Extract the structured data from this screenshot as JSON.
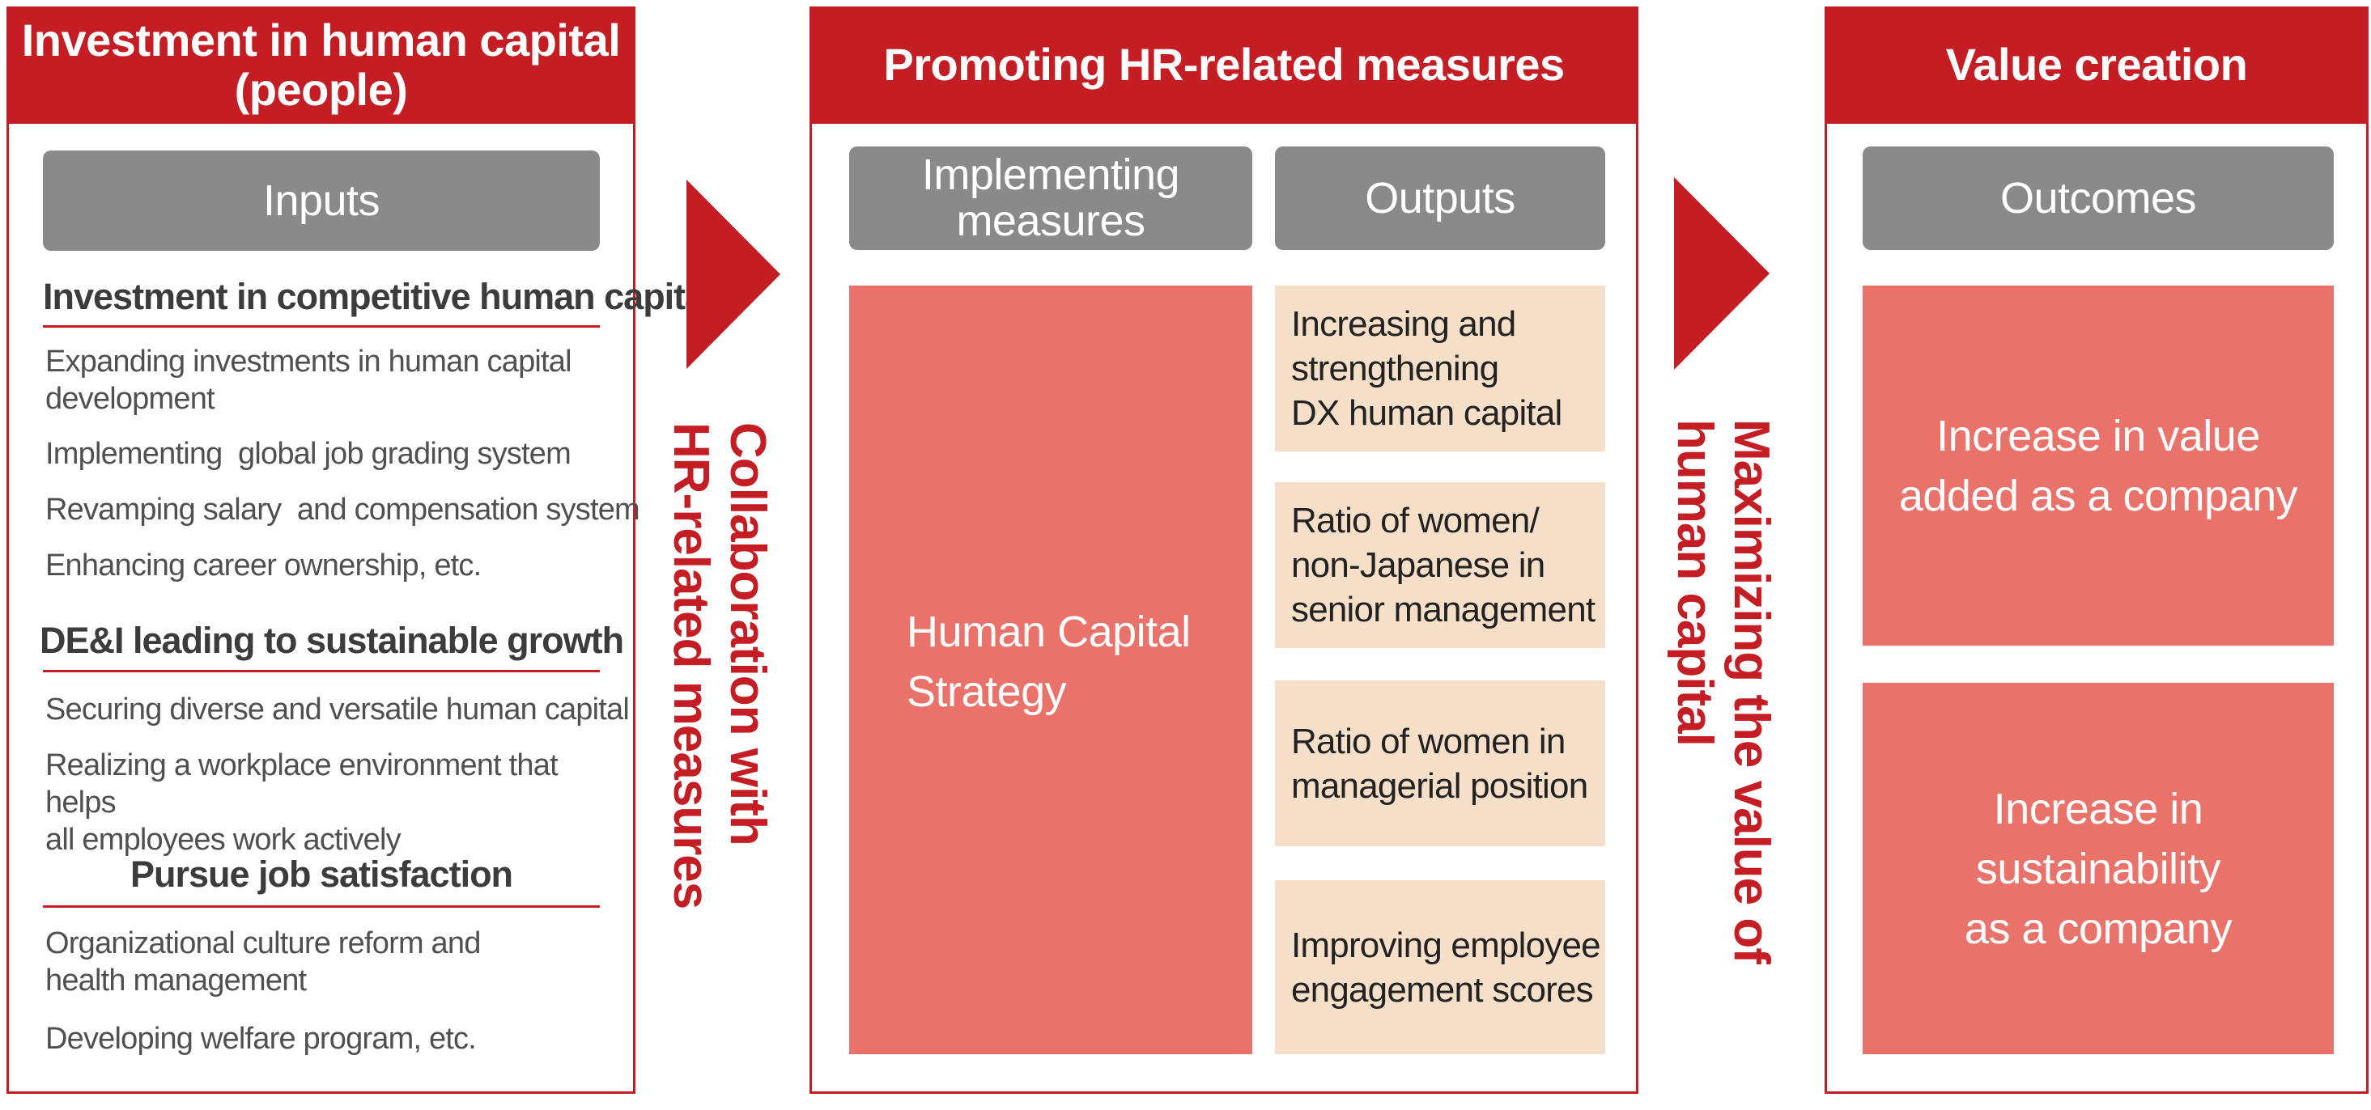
{
  "left_panel": {
    "header": "Investment in human capital\n(people)",
    "inputs_label": "Inputs",
    "sections": [
      {
        "title": "Investment in competitive human capital",
        "items": [
          "Expanding investments in human capital\ndevelopment",
          "Implementing  global job grading system",
          "Revamping salary  and compensation system",
          "Enhancing career ownership, etc."
        ]
      },
      {
        "title": "DE&I leading to sustainable growth",
        "items": [
          "Securing diverse and versatile human capital",
          "Realizing a workplace environment that helps\nall employees work actively"
        ]
      },
      {
        "title": "Pursue job satisfaction",
        "items": [
          "Organizational culture reform and\nhealth management",
          "Developing welfare program, etc."
        ]
      }
    ]
  },
  "connector_left": {
    "label": "Collaboration with\nHR-related measures"
  },
  "middle_panel": {
    "header": "Promoting HR-related measures",
    "implementing_label": "Implementing\nmeasures",
    "outputs_label": "Outputs",
    "strategy": "Human Capital\nStrategy",
    "outputs": [
      "Increasing and\nstrengthening\nDX human capital",
      "Ratio of women/\nnon-Japanese in\nsenior management",
      "Ratio of women in\nmanagerial position",
      "Improving employee\nengagement scores"
    ]
  },
  "connector_right": {
    "label": "Maximizing the value of\nhuman capital"
  },
  "right_panel": {
    "header": "Value creation",
    "outcomes_label": "Outcomes",
    "outcomes": [
      "Increase in value\nadded as a company",
      "Increase in\nsustainability\nas a company"
    ]
  },
  "colors": {
    "brand_red": "#c41e24",
    "label_gray": "#8a8a8a",
    "coral": "#e9736a",
    "peach": "#f5dfc8"
  }
}
